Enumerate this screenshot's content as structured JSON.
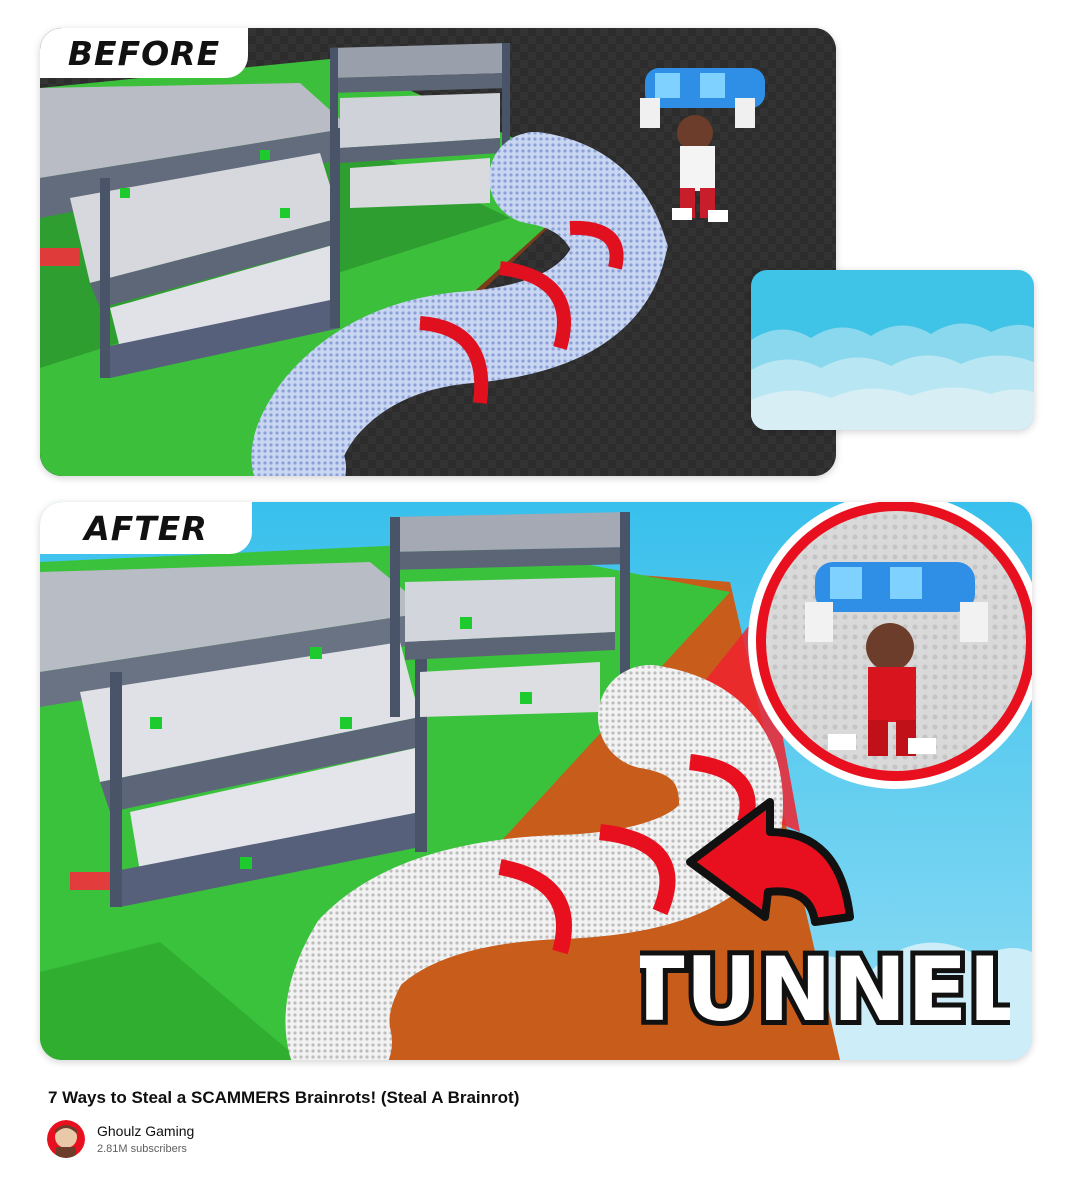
{
  "thumbnail": {
    "before_label": "BEFORE",
    "after_label": "AFTER",
    "overlay_text": "TUNNEL",
    "colors": {
      "sky": "#3fc4ec",
      "grass": "#39c13a",
      "dirt": "#c95f1c",
      "tunnel_ring": "#e8101e",
      "dark_bg": "#2a2a2a"
    }
  },
  "video": {
    "title": "7 Ways to Steal a SCAMMERS Brainrots! (Steal A Brainrot)",
    "channel_name": "Ghoulz Gaming",
    "subscribers": "2.81M subscribers"
  }
}
